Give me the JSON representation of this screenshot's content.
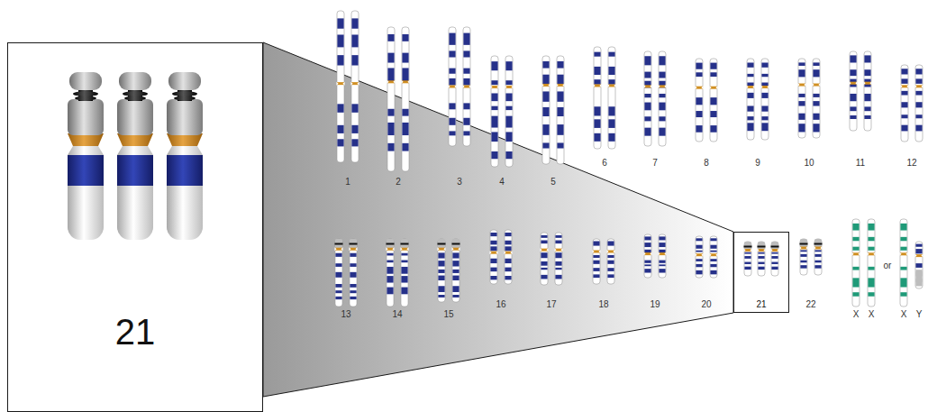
{
  "diagram": {
    "nodes": [
      {
        "text": [
          "21"
        ]
      },
      {
        "text": [
          "21"
        ]
      }
    ],
    "edges": [
      {
        "from": 1,
        "to": 0,
        "arrow": "none"
      }
    ],
    "labels": [
      "1",
      "2",
      "3",
      "4",
      "5",
      "6",
      "7",
      "8",
      "9",
      "10",
      "11",
      "12",
      "13",
      "14",
      "15",
      "16",
      "17",
      "18",
      "19",
      "20",
      "22",
      "X",
      "X",
      "or",
      "X",
      "Y"
    ]
  }
}
